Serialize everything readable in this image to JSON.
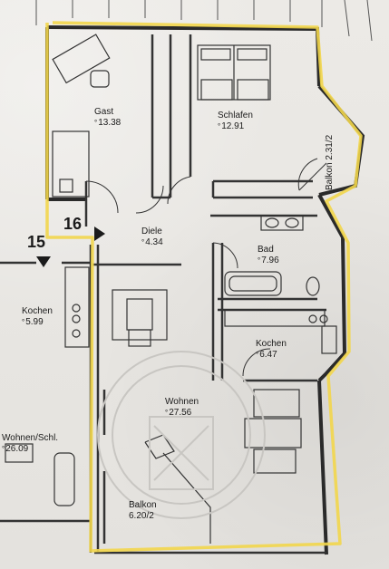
{
  "plan": {
    "units": {
      "unit_15": "15",
      "unit_16": "16"
    },
    "rooms": {
      "gast": {
        "name": "Gast",
        "area": "13.38"
      },
      "schlafen": {
        "name": "Schlafen",
        "area": "12.91"
      },
      "balkon_top": {
        "name": "Balkon 2.31/2"
      },
      "diele": {
        "name": "Diele",
        "area": "4.34"
      },
      "bad": {
        "name": "Bad",
        "area": "7.96"
      },
      "kochen_left": {
        "name": "Kochen",
        "area": "5.99"
      },
      "kochen": {
        "name": "Kochen",
        "area": "6.47"
      },
      "wohnen": {
        "name": "Wohnen",
        "area": "27.56"
      },
      "wohnen_schl": {
        "name": "Wohnen/Schl.",
        "area": "26.09"
      },
      "balkon": {
        "name": "Balkon",
        "area": "6.20/2"
      }
    },
    "colors": {
      "highlight": "#f2d64b",
      "wall": "#2a2a2a"
    }
  }
}
